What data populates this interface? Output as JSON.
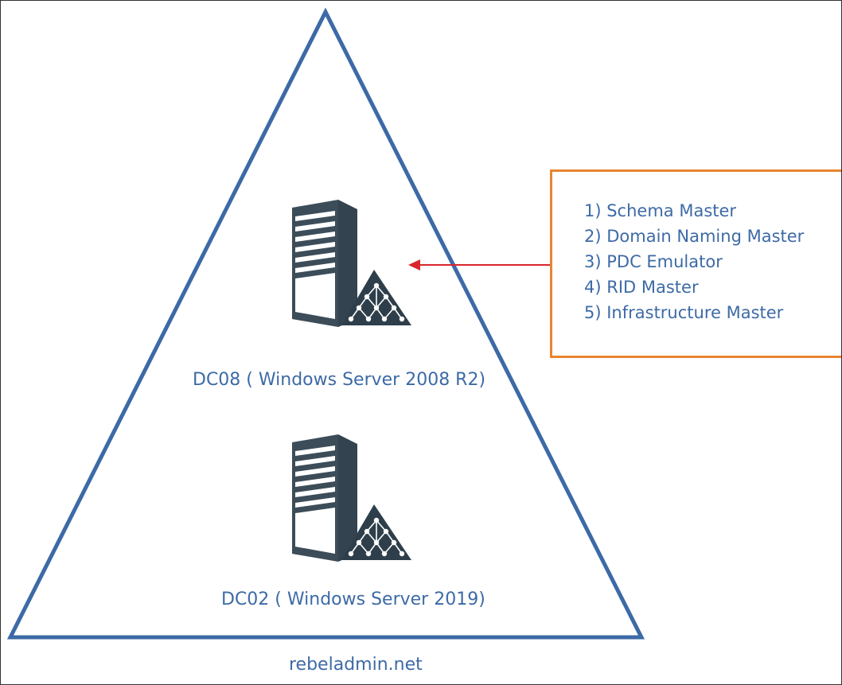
{
  "diagram": {
    "domain_name": "rebeladmin.net",
    "servers": [
      {
        "label": "DC08 ( Windows Server 2008 R2)",
        "icon": "server-tower-icon"
      },
      {
        "label": "DC02 ( Windows Server 2019)",
        "icon": "server-tower-icon"
      }
    ],
    "fsmo_roles": [
      "1) Schema Master",
      "2) Domain Naming Master",
      "3) PDC Emulator",
      "4) RID Master",
      "5) Infrastructure Master"
    ],
    "arrow": {
      "from": "fsmo-roles-box",
      "to": "dc08-server"
    },
    "colors": {
      "triangle_stroke": "#3d6aa6",
      "text": "#3d6aa6",
      "box_border": "#e8852f",
      "arrow": "#d9262c",
      "server_dark": "#3c4d59"
    }
  }
}
